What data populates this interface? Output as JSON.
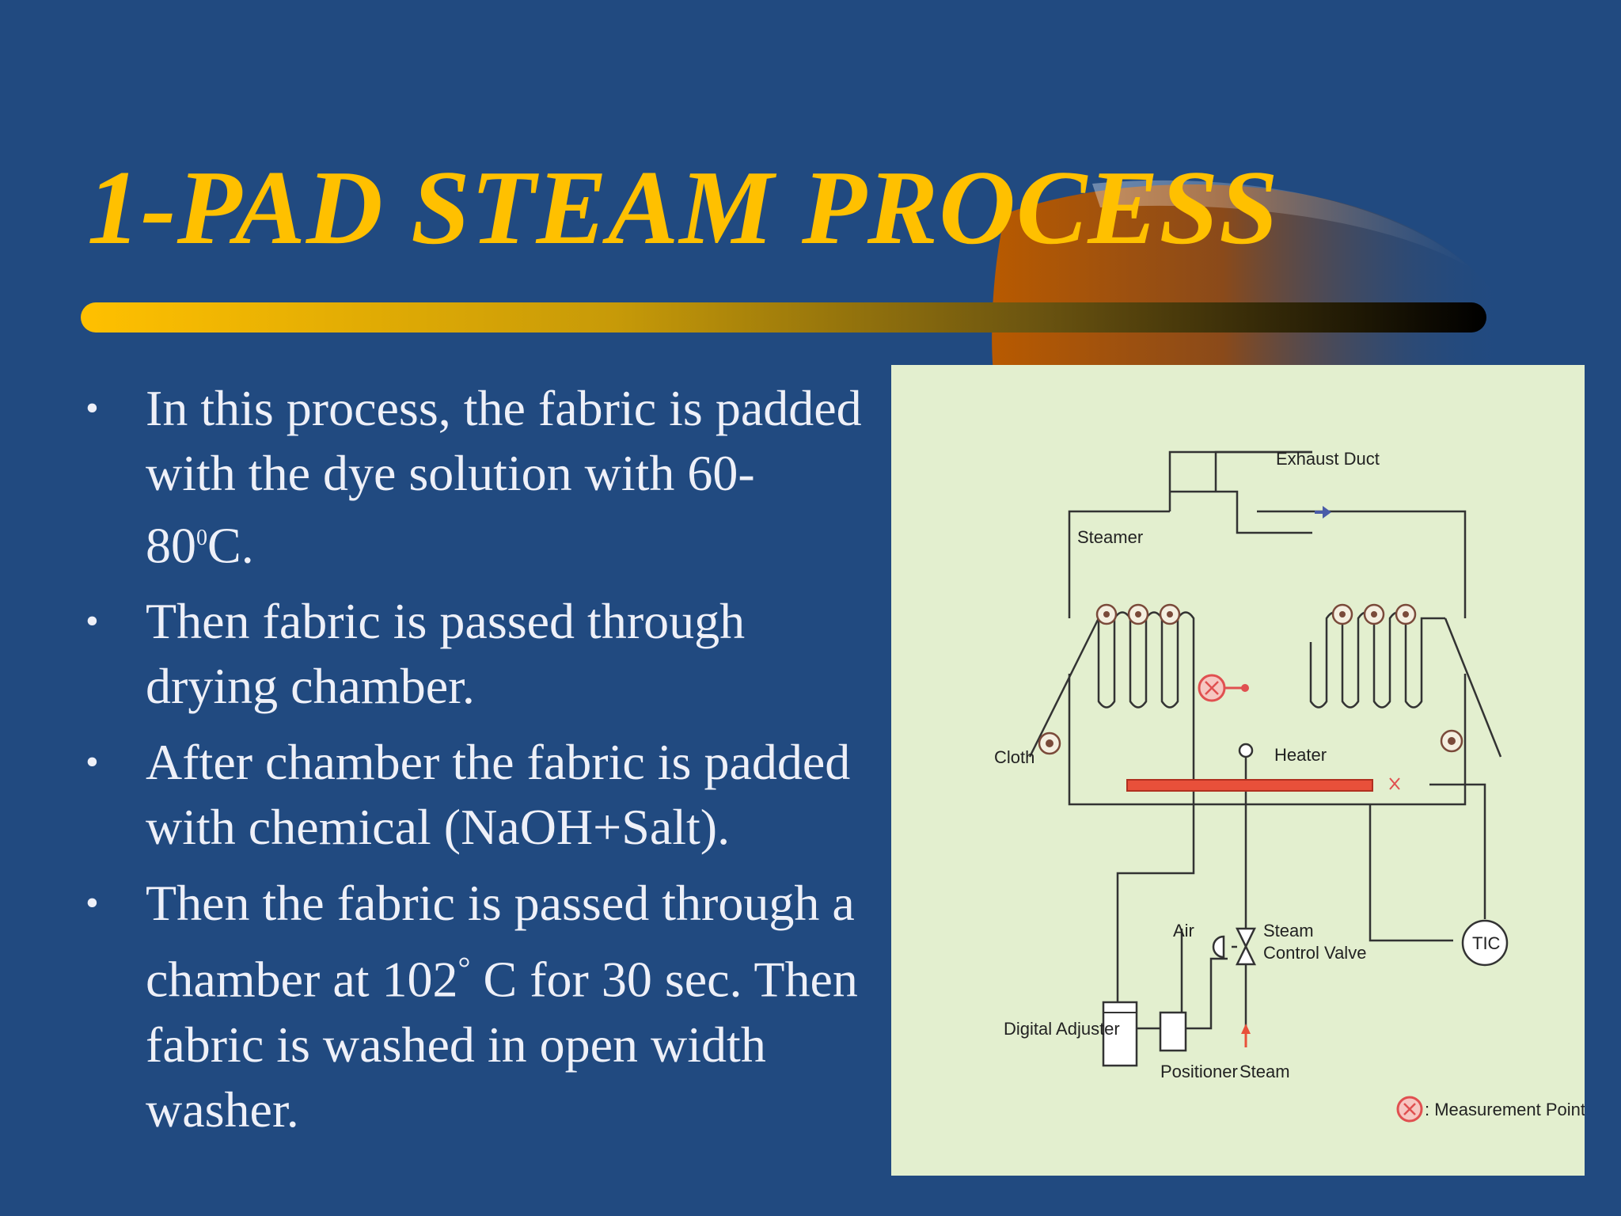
{
  "slide": {
    "title": "1-PAD STEAM PROCESS",
    "bullets": [
      {
        "pre": "In this process, the fabric is padded with the dye solution with 60-80",
        "sup": "0",
        "post": "C."
      },
      {
        "pre": "Then fabric is passed through drying chamber.",
        "sup": "",
        "post": ""
      },
      {
        "pre": " After chamber the fabric is padded with chemical (NaOH+Salt).",
        "sup": "",
        "post": ""
      },
      {
        "pre": "Then the fabric is passed through a chamber at 102",
        "sup": "°",
        "post": " C for 30 sec. Then fabric is washed in open width washer."
      }
    ],
    "bullet_symbol": "•"
  },
  "diagram": {
    "labels": {
      "exhaust_duct": "Exhaust Duct",
      "steamer": "Steamer",
      "cloth": "Cloth",
      "heater": "Heater",
      "air": "Air",
      "steam_control_valve_1": "Steam",
      "steam_control_valve_2": "Control Valve",
      "tic": "TIC",
      "digital_adjuster": "Digital Adjuster",
      "positioner": "Positioner",
      "steam": "Steam",
      "measurement_point": ": Measurement Point"
    }
  },
  "colors": {
    "background": "#214a80",
    "title": "#ffc000",
    "text": "#eef0f8",
    "figure_bg": "#e3efcf",
    "heater": "#e8503a"
  }
}
